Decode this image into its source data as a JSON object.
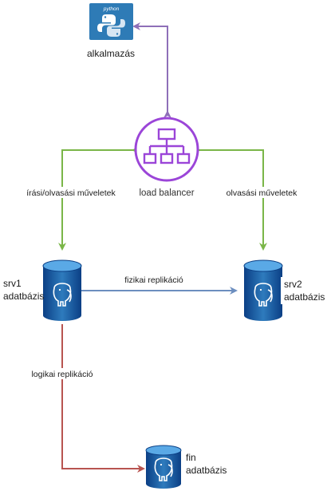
{
  "nodes": {
    "app": {
      "label": "alkalmazás",
      "icon": "python-logo-icon",
      "icon_text": "python"
    },
    "lb": {
      "label": "load balancer",
      "icon": "load-balancer-icon"
    },
    "srv1": {
      "label_line1": "srv1",
      "label_line2": "adatbázis",
      "icon": "postgresql-database-icon"
    },
    "srv2": {
      "label_line1": "srv2",
      "label_line2": "adatbázis",
      "icon": "postgresql-database-icon"
    },
    "fin": {
      "label_line1": "fin",
      "label_line2": "adatbázis",
      "icon": "postgresql-database-icon"
    }
  },
  "edges": {
    "app_lb": {
      "label": ""
    },
    "lb_srv1": {
      "label": "írási/olvasási műveletek"
    },
    "lb_srv2": {
      "label": "olvasási műveletek"
    },
    "srv1_srv2": {
      "label": "fizikai replikáció"
    },
    "srv1_fin": {
      "label": "logikai replikáció"
    }
  },
  "colors": {
    "purple": "#8e6fb8",
    "green": "#7ab648",
    "blue": "#6c8ebf",
    "red": "#b85450",
    "python_bg": "#2e7bb6",
    "db_dark": "#0b3f85",
    "db_light": "#2e7bbd",
    "lb_purple": "#9b45d8"
  }
}
